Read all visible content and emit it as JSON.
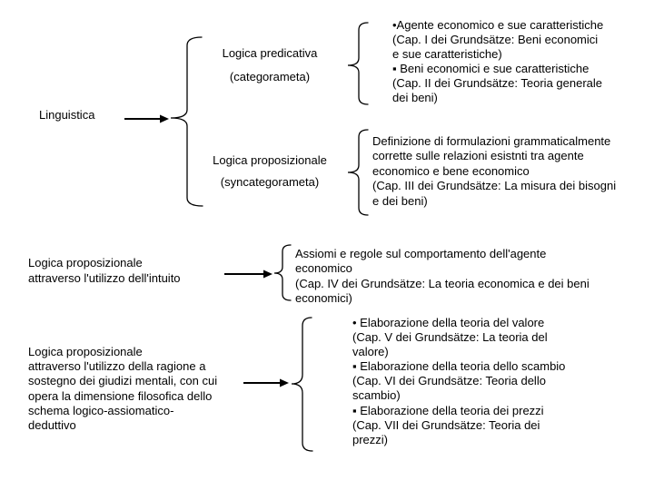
{
  "slide": {
    "background": "#ffffff",
    "text_color": "#000000",
    "line_color": "#000000"
  },
  "diagram": {
    "root": {
      "label": "Linguistica"
    },
    "predicativa": {
      "label": "Logica predicativa",
      "sublabel": "(categorameta)",
      "detail": "•Agente economico e sue caratteristiche\n(Cap. I dei Grundsätze: Beni economici\ne sue caratteristiche)\n▪ Beni economici e sue caratteristiche\n(Cap. II dei Grundsätze: Teoria generale\ndei beni)"
    },
    "proposizionale": {
      "label": "Logica proposizionale",
      "sublabel": "(syncategorameta)",
      "detail": "Definizione di formulazioni grammaticalmente\ncorrette sulle relazioni esistnti tra agente\neconomico e bene economico\n(Cap. III dei Grundsätze: La misura dei bisogni\ne dei beni)"
    },
    "intuito": {
      "label": "Logica proposizionale\nattraverso l'utilizzo dell'intuito",
      "detail": "Assiomi e regole sul comportamento dell'agente\neconomico\n(Cap. IV dei Grundsätze: La teoria economica e dei beni\neconomici)"
    },
    "ragione": {
      "label": "Logica proposizionale\nattraverso l'utilizzo della ragione a\nsostegno dei giudizi mentali, con cui\nopera la dimensione filosofica dello\nschema logico-assiomatico-\ndeduttivo",
      "detail": "• Elaborazione della teoria del valore\n(Cap. V dei Grundsätze: La teoria del\nvalore)\n▪ Elaborazione della teoria dello scambio\n(Cap. VI dei Grundsätze: Teoria dello\nscambio)\n▪ Elaborazione della teoria dei prezzi\n(Cap. VII dei Grundsätze: Teoria dei\nprezzi)"
    }
  }
}
